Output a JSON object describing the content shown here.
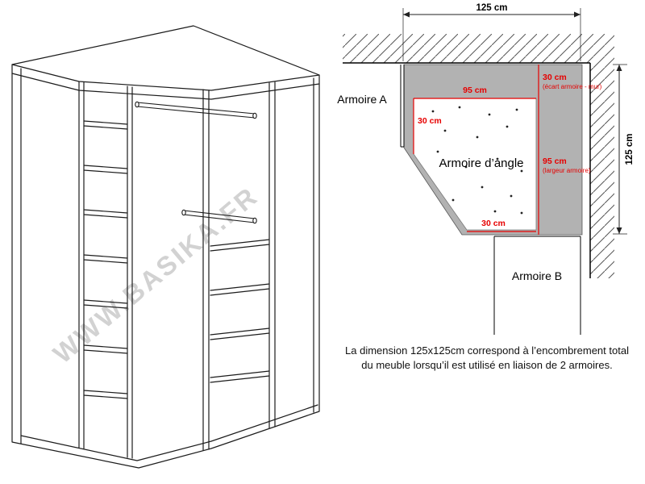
{
  "watermark": "WWW.BASIKA.FR",
  "plan": {
    "dim_top": "125 cm",
    "dim_right": "125 cm",
    "armoire_a": "Armoire A",
    "armoire_b": "Armoire B",
    "armoire_angle": "Armoire d’angle",
    "dim_95_top": "95 cm",
    "dim_30_left": "30 cm",
    "dim_30_right": "30 cm",
    "dim_30_right_note": "(écart armoire - mur)",
    "dim_95_right": "95 cm",
    "dim_95_right_note": "(largeur armoire)",
    "dim_30_bottom": "30 cm",
    "colors": {
      "dimension_red": "#e60000",
      "footprint_gray": "#b2b2b2",
      "watermark_gray": "#c7c7c7"
    }
  },
  "caption": {
    "line1": "La dimension 125x125cm correspond à l’encombrement total",
    "line2": "du meuble lorsqu’il est utilisé en liaison de 2 armoires."
  }
}
